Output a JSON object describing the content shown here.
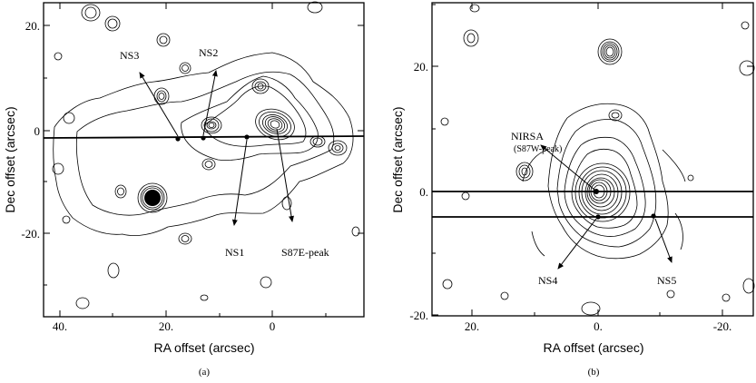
{
  "panels": [
    {
      "id": "a",
      "panel_label": "(a)",
      "xlabel": "RA offset (arcsec)",
      "ylabel": "Dec offset (arcsec)",
      "x_ticks": [
        "40.",
        "20.",
        "0"
      ],
      "y_ticks": [
        "20.",
        "0",
        "-20."
      ],
      "annotations": [
        "NS3",
        "NS2",
        "NS1",
        "S87E-peak"
      ]
    },
    {
      "id": "b",
      "panel_label": "(b)",
      "xlabel": "RA offset (arcsec)",
      "ylabel": "Dec offset (arcsec)",
      "x_ticks": [
        "20.",
        "0.",
        "-20."
      ],
      "y_ticks": [
        "20.",
        "0.",
        "-20."
      ],
      "annotations": [
        "NIRSA",
        "(S87W-peak)",
        "NS4",
        "NS5"
      ]
    }
  ]
}
